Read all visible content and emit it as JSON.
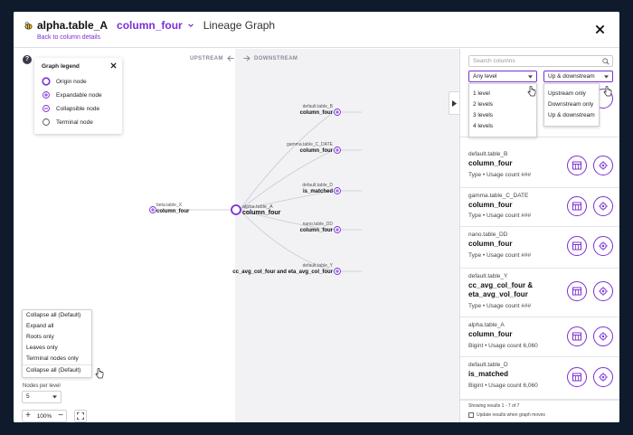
{
  "header": {
    "table_name": "alpha.table_A",
    "column_name": "column_four",
    "view_title": "Lineage Graph",
    "back_link": "Back to column details"
  },
  "graph": {
    "upstream_label": "UPSTREAM",
    "downstream_label": "DOWNSTREAM",
    "help": "?",
    "legend": {
      "title": "Graph legend",
      "items": [
        {
          "label": "Origin node",
          "icon": "origin-node-icon"
        },
        {
          "label": "Expandable node",
          "icon": "expandable-node-icon"
        },
        {
          "label": "Collapsible node",
          "icon": "collapsible-node-icon"
        },
        {
          "label": "Terminal node",
          "icon": "terminal-node-icon"
        }
      ]
    },
    "nodes": {
      "upstream": {
        "table": "beta.table_X",
        "column": "column_four"
      },
      "origin": {
        "table": "alpha.table_A",
        "column": "column_four"
      },
      "downstream": [
        {
          "table": "default.table_B",
          "column": "column_four"
        },
        {
          "table": "gamma.table_C_DATE",
          "column": "column_four"
        },
        {
          "table": "default.table_D",
          "column": "is_matched"
        },
        {
          "table": "nano.table_DD",
          "column": "column_four"
        },
        {
          "table": "default.table_Y",
          "column": "cc_avg_col_four and  eta_avg_col_four"
        }
      ]
    },
    "expand_menu": {
      "options": [
        "Collapse all (Default)",
        "Expand all",
        "Roots only",
        "Leaves only",
        "Terminal nodes only"
      ],
      "selected": "Collapse all (Default)"
    },
    "nodes_per_level": {
      "label": "Nodes per level",
      "value": "5"
    },
    "zoom": {
      "minus": "−",
      "plus": "+",
      "value": "100%"
    }
  },
  "panel": {
    "search_placeholder": "Search columns",
    "level_select": {
      "value": "Any level",
      "options": [
        "1 level",
        "2 levels",
        "3 levels",
        "4 levels"
      ]
    },
    "direction_select": {
      "value": "Up & downstream",
      "options": [
        "Upstream only",
        "Downstream only",
        "Up & downstream"
      ]
    },
    "columns": [
      {
        "table": "default.table_B",
        "column": "column_four",
        "meta": "Type • Usage count ###"
      },
      {
        "table": "gamma.table_C_DATE",
        "column": "column_four",
        "meta": "Type • Usage count ###"
      },
      {
        "table": "nano.table_DD",
        "column": "column_four",
        "meta": "Type • Usage count ###"
      },
      {
        "table": "default.table_Y",
        "column": "cc_avg_col_four &",
        "column2": "eta_avg_vol_four",
        "meta": "Type • Usage count ###"
      },
      {
        "table": "alpha.table_A",
        "column": "column_four",
        "meta": "Bigint • Usage count 6,060"
      },
      {
        "table": "default.table_D",
        "column": "is_matched",
        "meta": "Bigint • Usage count 6,060"
      }
    ],
    "results_text": "Showing results 1 - 7 of 7",
    "update_checkbox_label": "Update results when graph moves"
  },
  "colors": {
    "accent": "#7b2fd4",
    "backdrop": "#0f1b2d",
    "downstream_bg": "#f2f2f5"
  }
}
